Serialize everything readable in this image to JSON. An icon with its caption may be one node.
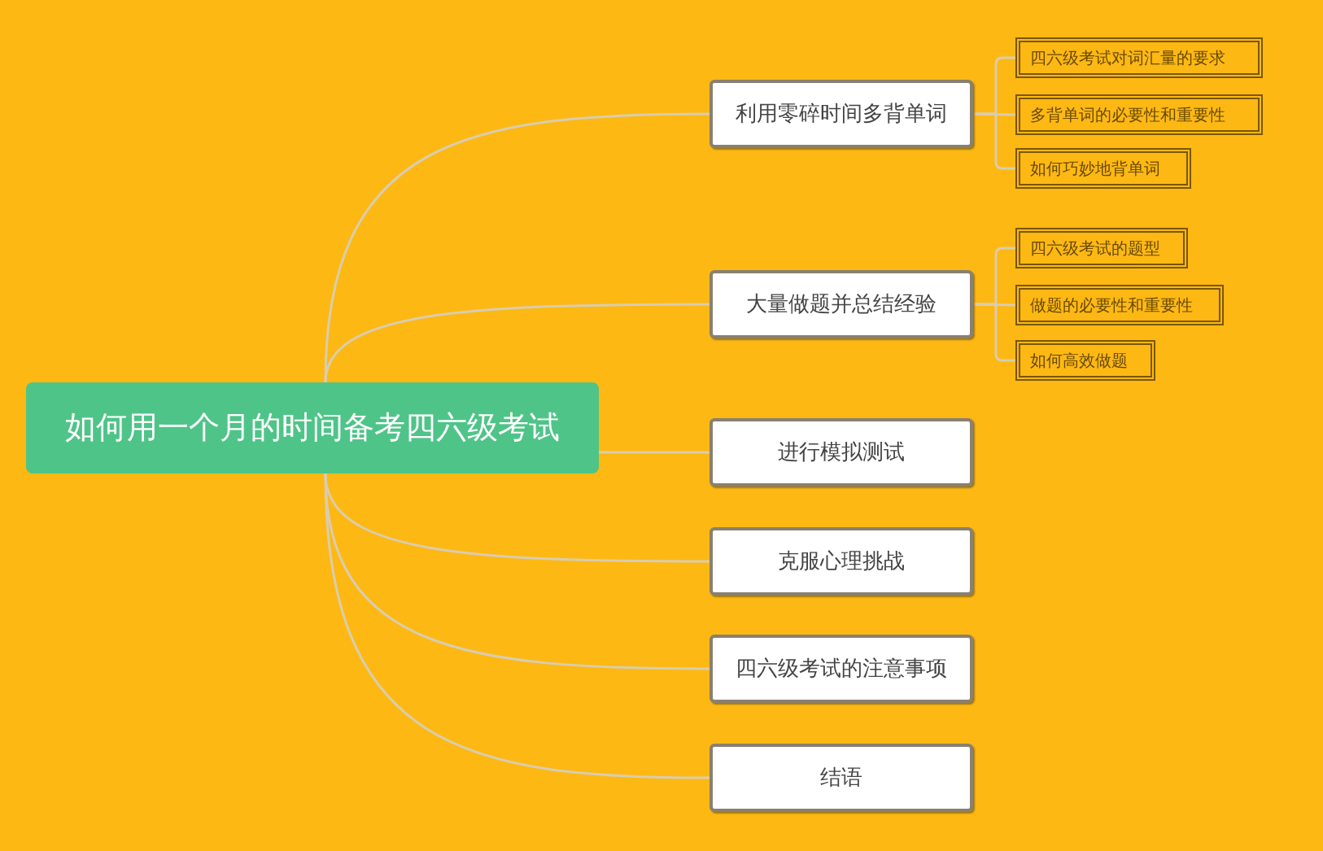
{
  "diagram": {
    "nodes": [
      {
        "text": [
          "如何用一个月的时间备考四六级考试"
        ]
      },
      {
        "text": [
          "利用零碎时间多背单词"
        ]
      },
      {
        "text": [
          "四六级考试对词汇量的要求"
        ]
      },
      {
        "text": [
          "多背单词的必要性和重要性"
        ]
      },
      {
        "text": [
          "如何巧妙地背单词"
        ]
      },
      {
        "text": [
          "大量做题并总结经验"
        ]
      },
      {
        "text": [
          "四六级考试的题型"
        ]
      },
      {
        "text": [
          "做题的必要性和重要性"
        ]
      },
      {
        "text": [
          "如何高效做题"
        ]
      },
      {
        "text": [
          "进行模拟测试"
        ]
      },
      {
        "text": [
          "克服心理挑战"
        ]
      },
      {
        "text": [
          "四六级考试的注意事项"
        ]
      },
      {
        "text": [
          "结语"
        ]
      }
    ],
    "edges": [
      {
        "from": 0,
        "to": 1,
        "arrow": "none"
      },
      {
        "from": 1,
        "to": 2,
        "arrow": "none"
      },
      {
        "from": 1,
        "to": 3,
        "arrow": "none"
      },
      {
        "from": 1,
        "to": 4,
        "arrow": "none"
      },
      {
        "from": 0,
        "to": 5,
        "arrow": "none"
      },
      {
        "from": 5,
        "to": 6,
        "arrow": "none"
      },
      {
        "from": 5,
        "to": 7,
        "arrow": "none"
      },
      {
        "from": 5,
        "to": 8,
        "arrow": "none"
      },
      {
        "from": 0,
        "to": 9,
        "arrow": "none"
      },
      {
        "from": 0,
        "to": 10,
        "arrow": "none"
      },
      {
        "from": 0,
        "to": 11,
        "arrow": "none"
      },
      {
        "from": 0,
        "to": 12,
        "arrow": "none"
      }
    ]
  }
}
